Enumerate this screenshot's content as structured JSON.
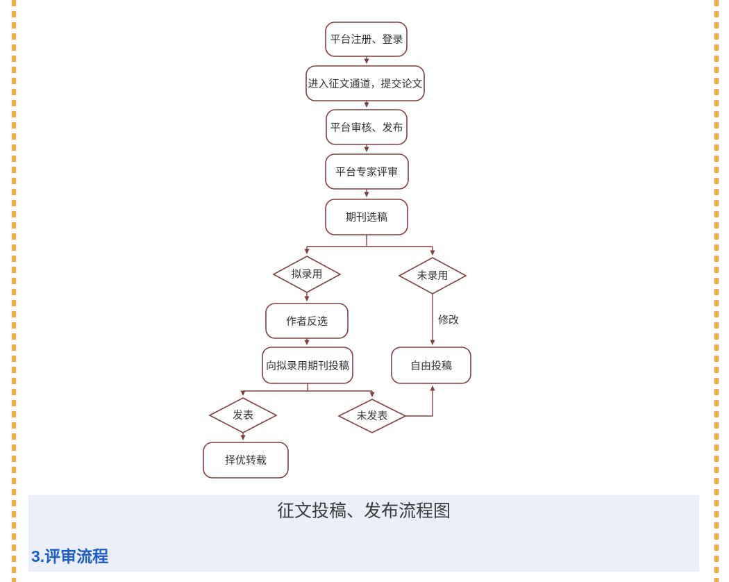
{
  "page": {
    "background": "#ffffff",
    "dashed_border_color": "#f5a93b"
  },
  "flowchart": {
    "stroke_color": "#7e3f3f",
    "text_color": "#333333",
    "nodes": [
      {
        "id": "platform-register-login",
        "type": "rounded-rect",
        "label": "平台注册、登录"
      },
      {
        "id": "enter-channel-submit-paper",
        "type": "rounded-rect",
        "label": "进入征文通道，提交论文"
      },
      {
        "id": "platform-review-publish",
        "type": "rounded-rect",
        "label": "平台审核、发布"
      },
      {
        "id": "platform-expert-review",
        "type": "rounded-rect",
        "label": "平台专家评审"
      },
      {
        "id": "journal-selection",
        "type": "rounded-rect",
        "label": "期刊选稿"
      },
      {
        "id": "proposed-accept",
        "type": "diamond",
        "label": "拟录用"
      },
      {
        "id": "not-accepted",
        "type": "diamond",
        "label": "未录用"
      },
      {
        "id": "author-reverse-select",
        "type": "rounded-rect",
        "label": "作者反选"
      },
      {
        "id": "submit-to-proposed-journal",
        "type": "rounded-rect",
        "label": "向拟录用期刊投稿"
      },
      {
        "id": "free-submission",
        "type": "rounded-rect",
        "label": "自由投稿"
      },
      {
        "id": "published",
        "type": "diamond",
        "label": "发表"
      },
      {
        "id": "not-published",
        "type": "diamond",
        "label": "未发表"
      },
      {
        "id": "selective-reprint",
        "type": "rounded-rect",
        "label": "择优转载"
      }
    ],
    "edge_label_modify": "修改"
  },
  "caption": {
    "text": "征文投稿、发布流程图",
    "background": "#ebeffa"
  },
  "section": {
    "heading": "3.评审流程",
    "heading_color": "#1d5cc4"
  }
}
